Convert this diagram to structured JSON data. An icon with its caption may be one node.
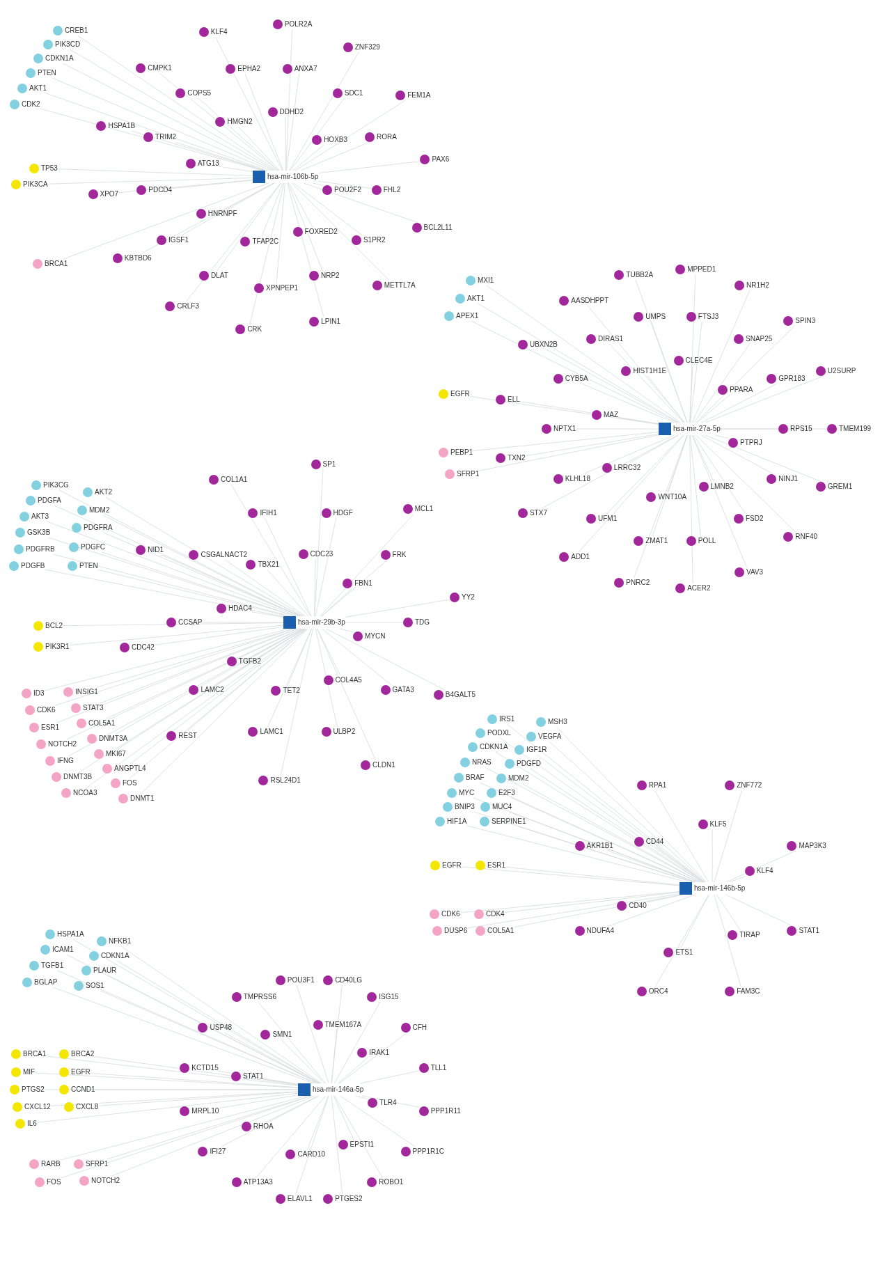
{
  "diagram": {
    "nodes": [
      {
        "text": [
          "hsa-mir-106b-5p"
        ]
      },
      {
        "text": [
          "CREB1"
        ]
      },
      {
        "text": [
          "PIK3CD"
        ]
      },
      {
        "text": [
          "CDKN1A"
        ]
      },
      {
        "text": [
          "PTEN"
        ]
      },
      {
        "text": [
          "AKT1"
        ]
      },
      {
        "text": [
          "CDK2"
        ]
      },
      {
        "text": [
          "TP53"
        ]
      },
      {
        "text": [
          "PIK3CA"
        ]
      },
      {
        "text": [
          "BRCA1"
        ]
      },
      {
        "text": [
          "DDHD2"
        ]
      },
      {
        "text": [
          "HOXB3"
        ]
      },
      {
        "text": [
          "POU2F2"
        ]
      },
      {
        "text": [
          "FOXRED2"
        ]
      },
      {
        "text": [
          "TFAP2C"
        ]
      },
      {
        "text": [
          "HNRNPF"
        ]
      },
      {
        "text": [
          "ATG13"
        ]
      },
      {
        "text": [
          "HMGN2"
        ]
      },
      {
        "text": [
          "ANXA7"
        ]
      },
      {
        "text": [
          "SDC1"
        ]
      },
      {
        "text": [
          "RORA"
        ]
      },
      {
        "text": [
          "FHL2"
        ]
      },
      {
        "text": [
          "S1PR2"
        ]
      },
      {
        "text": [
          "NRP2"
        ]
      },
      {
        "text": [
          "XPNPEP1"
        ]
      },
      {
        "text": [
          "DLAT"
        ]
      },
      {
        "text": [
          "IGSF1"
        ]
      },
      {
        "text": [
          "PDCD4"
        ]
      },
      {
        "text": [
          "TRIM2"
        ]
      },
      {
        "text": [
          "COPS5"
        ]
      },
      {
        "text": [
          "EPHA2"
        ]
      },
      {
        "text": [
          "POLR2A"
        ]
      },
      {
        "text": [
          "ZNF329"
        ]
      },
      {
        "text": [
          "FEM1A"
        ]
      },
      {
        "text": [
          "PAX6"
        ]
      },
      {
        "text": [
          "BCL2L11"
        ]
      },
      {
        "text": [
          "METTL7A"
        ]
      },
      {
        "text": [
          "LPIN1"
        ]
      },
      {
        "text": [
          "CRK"
        ]
      },
      {
        "text": [
          "CRLF3"
        ]
      },
      {
        "text": [
          "KBTBD6"
        ]
      },
      {
        "text": [
          "XPO7"
        ]
      },
      {
        "text": [
          "HSPA1B"
        ]
      },
      {
        "text": [
          "CMPK1"
        ]
      },
      {
        "text": [
          "KLF4"
        ]
      },
      {
        "text": [
          "hsa-mir-27a-5p"
        ]
      },
      {
        "text": [
          "MXI1"
        ]
      },
      {
        "text": [
          "AKT1"
        ]
      },
      {
        "text": [
          "APEX1"
        ]
      },
      {
        "text": [
          "EGFR"
        ]
      },
      {
        "text": [
          "PEBP1"
        ]
      },
      {
        "text": [
          "SFRP1"
        ]
      },
      {
        "text": [
          "CLEC4E"
        ]
      },
      {
        "text": [
          "PPARA"
        ]
      },
      {
        "text": [
          "PTPRJ"
        ]
      },
      {
        "text": [
          "LMNB2"
        ]
      },
      {
        "text": [
          "WNT10A"
        ]
      },
      {
        "text": [
          "LRRC32"
        ]
      },
      {
        "text": [
          "MAZ"
        ]
      },
      {
        "text": [
          "HIST1H1E"
        ]
      },
      {
        "text": [
          "FTSJ3"
        ]
      },
      {
        "text": [
          "SNAP25"
        ]
      },
      {
        "text": [
          "GPR183"
        ]
      },
      {
        "text": [
          "RPS15"
        ]
      },
      {
        "text": [
          "NINJ1"
        ]
      },
      {
        "text": [
          "FSD2"
        ]
      },
      {
        "text": [
          "POLL"
        ]
      },
      {
        "text": [
          "ZMAT1"
        ]
      },
      {
        "text": [
          "UFM1"
        ]
      },
      {
        "text": [
          "KLHL18"
        ]
      },
      {
        "text": [
          "NPTX1"
        ]
      },
      {
        "text": [
          "CYB5A"
        ]
      },
      {
        "text": [
          "DIRAS1"
        ]
      },
      {
        "text": [
          "UMPS"
        ]
      },
      {
        "text": [
          "MPPED1"
        ]
      },
      {
        "text": [
          "NR1H2"
        ]
      },
      {
        "text": [
          "SPIN3"
        ]
      },
      {
        "text": [
          "U2SURP"
        ]
      },
      {
        "text": [
          "TMEM199"
        ]
      },
      {
        "text": [
          "GREM1"
        ]
      },
      {
        "text": [
          "RNF40"
        ]
      },
      {
        "text": [
          "VAV3"
        ]
      },
      {
        "text": [
          "ACER2"
        ]
      },
      {
        "text": [
          "PNRC2"
        ]
      },
      {
        "text": [
          "ADD1"
        ]
      },
      {
        "text": [
          "STX7"
        ]
      },
      {
        "text": [
          "TXN2"
        ]
      },
      {
        "text": [
          "ELL"
        ]
      },
      {
        "text": [
          "UBXN2B"
        ]
      },
      {
        "text": [
          "AASDHPPT"
        ]
      },
      {
        "text": [
          "TUBB2A"
        ]
      },
      {
        "text": [
          "hsa-mir-29b-3p"
        ]
      },
      {
        "text": [
          "PIK3CG"
        ]
      },
      {
        "text": [
          "PDGFA"
        ]
      },
      {
        "text": [
          "AKT3"
        ]
      },
      {
        "text": [
          "GSK3B"
        ]
      },
      {
        "text": [
          "PDGFRB"
        ]
      },
      {
        "text": [
          "PDGFB"
        ]
      },
      {
        "text": [
          "AKT2"
        ]
      },
      {
        "text": [
          "MDM2"
        ]
      },
      {
        "text": [
          "PDGFRA"
        ]
      },
      {
        "text": [
          "PDGFC"
        ]
      },
      {
        "text": [
          "PTEN"
        ]
      },
      {
        "text": [
          "BCL2"
        ]
      },
      {
        "text": [
          "PIK3R1"
        ]
      },
      {
        "text": [
          "ID3"
        ]
      },
      {
        "text": [
          "CDK6"
        ]
      },
      {
        "text": [
          "ESR1"
        ]
      },
      {
        "text": [
          "NOTCH2"
        ]
      },
      {
        "text": [
          "IFNG"
        ]
      },
      {
        "text": [
          "DNMT3B"
        ]
      },
      {
        "text": [
          "NCOA3"
        ]
      },
      {
        "text": [
          "INSIG1"
        ]
      },
      {
        "text": [
          "STAT3"
        ]
      },
      {
        "text": [
          "COL5A1"
        ]
      },
      {
        "text": [
          "DNMT3A"
        ]
      },
      {
        "text": [
          "MKI67"
        ]
      },
      {
        "text": [
          "ANGPTL4"
        ]
      },
      {
        "text": [
          "FOS"
        ]
      },
      {
        "text": [
          "DNMT1"
        ]
      },
      {
        "text": [
          "CDC23"
        ]
      },
      {
        "text": [
          "FBN1"
        ]
      },
      {
        "text": [
          "MYCN"
        ]
      },
      {
        "text": [
          "COL4A5"
        ]
      },
      {
        "text": [
          "TET2"
        ]
      },
      {
        "text": [
          "TGFB2"
        ]
      },
      {
        "text": [
          "HDAC4"
        ]
      },
      {
        "text": [
          "TBX21"
        ]
      },
      {
        "text": [
          "HDGF"
        ]
      },
      {
        "text": [
          "FRK"
        ]
      },
      {
        "text": [
          "TDG"
        ]
      },
      {
        "text": [
          "GATA3"
        ]
      },
      {
        "text": [
          "ULBP2"
        ]
      },
      {
        "text": [
          "LAMC1"
        ]
      },
      {
        "text": [
          "LAMC2"
        ]
      },
      {
        "text": [
          "CCSAP"
        ]
      },
      {
        "text": [
          "CSGALNACT2"
        ]
      },
      {
        "text": [
          "IFIH1"
        ]
      },
      {
        "text": [
          "SP1"
        ]
      },
      {
        "text": [
          "MCL1"
        ]
      },
      {
        "text": [
          "YY2"
        ]
      },
      {
        "text": [
          "B4GALT5"
        ]
      },
      {
        "text": [
          "CLDN1"
        ]
      },
      {
        "text": [
          "RSL24D1"
        ]
      },
      {
        "text": [
          "REST"
        ]
      },
      {
        "text": [
          "CDC42"
        ]
      },
      {
        "text": [
          "NID1"
        ]
      },
      {
        "text": [
          "COL1A1"
        ]
      },
      {
        "text": [
          "hsa-mir-146b-5p"
        ]
      },
      {
        "text": [
          "IRS1"
        ]
      },
      {
        "text": [
          "PODXL"
        ]
      },
      {
        "text": [
          "CDKN1A"
        ]
      },
      {
        "text": [
          "NRAS"
        ]
      },
      {
        "text": [
          "BRAF"
        ]
      },
      {
        "text": [
          "MYC"
        ]
      },
      {
        "text": [
          "BNIP3"
        ]
      },
      {
        "text": [
          "HIF1A"
        ]
      },
      {
        "text": [
          "MSH3"
        ]
      },
      {
        "text": [
          "VEGFA"
        ]
      },
      {
        "text": [
          "IGF1R"
        ]
      },
      {
        "text": [
          "PDGFD"
        ]
      },
      {
        "text": [
          "MDM2"
        ]
      },
      {
        "text": [
          "E2F3"
        ]
      },
      {
        "text": [
          "MUC4"
        ]
      },
      {
        "text": [
          "SERPINE1"
        ]
      },
      {
        "text": [
          "EGFR"
        ]
      },
      {
        "text": [
          "ESR1"
        ]
      },
      {
        "text": [
          "CDK6"
        ]
      },
      {
        "text": [
          "DUSP6"
        ]
      },
      {
        "text": [
          "CDK4"
        ]
      },
      {
        "text": [
          "COL5A1"
        ]
      },
      {
        "text": [
          "KLF5"
        ]
      },
      {
        "text": [
          "KLF4"
        ]
      },
      {
        "text": [
          "TIRAP"
        ]
      },
      {
        "text": [
          "ETS1"
        ]
      },
      {
        "text": [
          "CD40"
        ]
      },
      {
        "text": [
          "CD44"
        ]
      },
      {
        "text": [
          "ZNF772"
        ]
      },
      {
        "text": [
          "MAP3K3"
        ]
      },
      {
        "text": [
          "STAT1"
        ]
      },
      {
        "text": [
          "FAM3C"
        ]
      },
      {
        "text": [
          "ORC4"
        ]
      },
      {
        "text": [
          "NDUFA4"
        ]
      },
      {
        "text": [
          "AKR1B1"
        ]
      },
      {
        "text": [
          "RPA1"
        ]
      },
      {
        "text": [
          "hsa-mir-146a-5p"
        ]
      },
      {
        "text": [
          "HSPA1A"
        ]
      },
      {
        "text": [
          "ICAM1"
        ]
      },
      {
        "text": [
          "TGFB1"
        ]
      },
      {
        "text": [
          "BGLAP"
        ]
      },
      {
        "text": [
          "NFKB1"
        ]
      },
      {
        "text": [
          "CDKN1A"
        ]
      },
      {
        "text": [
          "PLAUR"
        ]
      },
      {
        "text": [
          "SOS1"
        ]
      },
      {
        "text": [
          "BRCA1"
        ]
      },
      {
        "text": [
          "MIF"
        ]
      },
      {
        "text": [
          "PTGS2"
        ]
      },
      {
        "text": [
          "CXCL12"
        ]
      },
      {
        "text": [
          "IL6"
        ]
      },
      {
        "text": [
          "BRCA2"
        ]
      },
      {
        "text": [
          "EGFR"
        ]
      },
      {
        "text": [
          "CCND1"
        ]
      },
      {
        "text": [
          "CXCL8"
        ]
      },
      {
        "text": [
          "RARB"
        ]
      },
      {
        "text": [
          "FOS"
        ]
      },
      {
        "text": [
          "SFRP1"
        ]
      },
      {
        "text": [
          "NOTCH2"
        ]
      },
      {
        "text": [
          "TMEM167A"
        ]
      },
      {
        "text": [
          "IRAK1"
        ]
      },
      {
        "text": [
          "TLR4"
        ]
      },
      {
        "text": [
          "EPSTI1"
        ]
      },
      {
        "text": [
          "CARD10"
        ]
      },
      {
        "text": [
          "RHOA"
        ]
      },
      {
        "text": [
          "STAT1"
        ]
      },
      {
        "text": [
          "SMN1"
        ]
      },
      {
        "text": [
          "CD40LG"
        ]
      },
      {
        "text": [
          "ISG15"
        ]
      },
      {
        "text": [
          "CFH"
        ]
      },
      {
        "text": [
          "TLL1"
        ]
      },
      {
        "text": [
          "PPP1R11"
        ]
      },
      {
        "text": [
          "PPP1R1C"
        ]
      },
      {
        "text": [
          "ROBO1"
        ]
      },
      {
        "text": [
          "PTGES2"
        ]
      },
      {
        "text": [
          "ELAVL1"
        ]
      },
      {
        "text": [
          "ATP13A3"
        ]
      },
      {
        "text": [
          "IFI27"
        ]
      },
      {
        "text": [
          "MRPL10"
        ]
      },
      {
        "text": [
          "KCTD15"
        ]
      },
      {
        "text": [
          "USP48"
        ]
      },
      {
        "text": [
          "TMPRSS6"
        ]
      },
      {
        "text": [
          "POU3F1"
        ]
      }
    ],
    "edges": [
      {
        "from": 0,
        "to": 1,
        "arrow": "none"
      },
      {
        "from": 0,
        "to": 2,
        "arrow": "none"
      },
      {
        "from": 0,
        "to": 3,
        "arrow": "none"
      },
      {
        "from": 0,
        "to": 4,
        "arrow": "none"
      },
      {
        "from": 0,
        "to": 5,
        "arrow": "none"
      },
      {
        "from": 0,
        "to": 6,
        "arrow": "none"
      },
      {
        "from": 0,
        "to": 7,
        "arrow": "none"
      },
      {
        "from": 0,
        "to": 8,
        "arrow": "none"
      },
      {
        "from": 0,
        "to": 9,
        "arrow": "none"
      },
      {
        "from": 0,
        "to": 10,
        "arrow": "none"
      },
      {
        "from": 0,
        "to": 11,
        "arrow": "none"
      },
      {
        "from": 0,
        "to": 12,
        "arrow": "none"
      },
      {
        "from": 0,
        "to": 13,
        "arrow": "none"
      },
      {
        "from": 0,
        "to": 14,
        "arrow": "none"
      },
      {
        "from": 0,
        "to": 15,
        "arrow": "none"
      },
      {
        "from": 0,
        "to": 16,
        "arrow": "none"
      },
      {
        "from": 0,
        "to": 17,
        "arrow": "none"
      },
      {
        "from": 0,
        "to": 18,
        "arrow": "none"
      },
      {
        "from": 0,
        "to": 19,
        "arrow": "none"
      },
      {
        "from": 0,
        "to": 20,
        "arrow": "none"
      },
      {
        "from": 0,
        "to": 21,
        "arrow": "none"
      },
      {
        "from": 0,
        "to": 22,
        "arrow": "none"
      },
      {
        "from": 0,
        "to": 23,
        "arrow": "none"
      },
      {
        "from": 0,
        "to": 24,
        "arrow": "none"
      },
      {
        "from": 0,
        "to": 25,
        "arrow": "none"
      },
      {
        "from": 0,
        "to": 26,
        "arrow": "none"
      },
      {
        "from": 0,
        "to": 27,
        "arrow": "none"
      },
      {
        "from": 0,
        "to": 28,
        "arrow": "none"
      },
      {
        "from": 0,
        "to": 29,
        "arrow": "none"
      },
      {
        "from": 0,
        "to": 30,
        "arrow": "none"
      },
      {
        "from": 0,
        "to": 31,
        "arrow": "none"
      },
      {
        "from": 0,
        "to": 32,
        "arrow": "none"
      },
      {
        "from": 0,
        "to": 33,
        "arrow": "none"
      },
      {
        "from": 0,
        "to": 34,
        "arrow": "none"
      },
      {
        "from": 0,
        "to": 35,
        "arrow": "none"
      },
      {
        "from": 0,
        "to": 36,
        "arrow": "none"
      },
      {
        "from": 0,
        "to": 37,
        "arrow": "none"
      },
      {
        "from": 0,
        "to": 38,
        "arrow": "none"
      },
      {
        "from": 0,
        "to": 39,
        "arrow": "none"
      },
      {
        "from": 0,
        "to": 40,
        "arrow": "none"
      },
      {
        "from": 0,
        "to": 41,
        "arrow": "none"
      },
      {
        "from": 0,
        "to": 42,
        "arrow": "none"
      },
      {
        "from": 0,
        "to": 43,
        "arrow": "none"
      },
      {
        "from": 0,
        "to": 44,
        "arrow": "none"
      },
      {
        "from": 45,
        "to": 46,
        "arrow": "none"
      },
      {
        "from": 45,
        "to": 47,
        "arrow": "none"
      },
      {
        "from": 45,
        "to": 48,
        "arrow": "none"
      },
      {
        "from": 45,
        "to": 49,
        "arrow": "none"
      },
      {
        "from": 45,
        "to": 50,
        "arrow": "none"
      },
      {
        "from": 45,
        "to": 51,
        "arrow": "none"
      },
      {
        "from": 45,
        "to": 52,
        "arrow": "none"
      },
      {
        "from": 45,
        "to": 53,
        "arrow": "none"
      },
      {
        "from": 45,
        "to": 54,
        "arrow": "none"
      },
      {
        "from": 45,
        "to": 55,
        "arrow": "none"
      },
      {
        "from": 45,
        "to": 56,
        "arrow": "none"
      },
      {
        "from": 45,
        "to": 57,
        "arrow": "none"
      },
      {
        "from": 45,
        "to": 58,
        "arrow": "none"
      },
      {
        "from": 45,
        "to": 59,
        "arrow": "none"
      },
      {
        "from": 45,
        "to": 60,
        "arrow": "none"
      },
      {
        "from": 45,
        "to": 61,
        "arrow": "none"
      },
      {
        "from": 45,
        "to": 62,
        "arrow": "none"
      },
      {
        "from": 45,
        "to": 63,
        "arrow": "none"
      },
      {
        "from": 45,
        "to": 64,
        "arrow": "none"
      },
      {
        "from": 45,
        "to": 65,
        "arrow": "none"
      },
      {
        "from": 45,
        "to": 66,
        "arrow": "none"
      },
      {
        "from": 45,
        "to": 67,
        "arrow": "none"
      },
      {
        "from": 45,
        "to": 68,
        "arrow": "none"
      },
      {
        "from": 45,
        "to": 69,
        "arrow": "none"
      },
      {
        "from": 45,
        "to": 70,
        "arrow": "none"
      },
      {
        "from": 45,
        "to": 71,
        "arrow": "none"
      },
      {
        "from": 45,
        "to": 72,
        "arrow": "none"
      },
      {
        "from": 45,
        "to": 73,
        "arrow": "none"
      },
      {
        "from": 45,
        "to": 74,
        "arrow": "none"
      },
      {
        "from": 45,
        "to": 75,
        "arrow": "none"
      },
      {
        "from": 45,
        "to": 76,
        "arrow": "none"
      },
      {
        "from": 45,
        "to": 77,
        "arrow": "none"
      },
      {
        "from": 45,
        "to": 78,
        "arrow": "none"
      },
      {
        "from": 45,
        "to": 79,
        "arrow": "none"
      },
      {
        "from": 45,
        "to": 80,
        "arrow": "none"
      },
      {
        "from": 45,
        "to": 81,
        "arrow": "none"
      },
      {
        "from": 45,
        "to": 82,
        "arrow": "none"
      },
      {
        "from": 45,
        "to": 83,
        "arrow": "none"
      },
      {
        "from": 45,
        "to": 84,
        "arrow": "none"
      },
      {
        "from": 45,
        "to": 85,
        "arrow": "none"
      },
      {
        "from": 45,
        "to": 86,
        "arrow": "none"
      },
      {
        "from": 45,
        "to": 87,
        "arrow": "none"
      },
      {
        "from": 45,
        "to": 88,
        "arrow": "none"
      },
      {
        "from": 45,
        "to": 89,
        "arrow": "none"
      },
      {
        "from": 45,
        "to": 90,
        "arrow": "none"
      },
      {
        "from": 91,
        "to": 92,
        "arrow": "none"
      },
      {
        "from": 91,
        "to": 93,
        "arrow": "none"
      },
      {
        "from": 91,
        "to": 94,
        "arrow": "none"
      },
      {
        "from": 91,
        "to": 95,
        "arrow": "none"
      },
      {
        "from": 91,
        "to": 96,
        "arrow": "none"
      },
      {
        "from": 91,
        "to": 97,
        "arrow": "none"
      },
      {
        "from": 91,
        "to": 98,
        "arrow": "none"
      },
      {
        "from": 91,
        "to": 99,
        "arrow": "none"
      },
      {
        "from": 91,
        "to": 100,
        "arrow": "none"
      },
      {
        "from": 91,
        "to": 101,
        "arrow": "none"
      },
      {
        "from": 91,
        "to": 102,
        "arrow": "none"
      },
      {
        "from": 91,
        "to": 103,
        "arrow": "none"
      },
      {
        "from": 91,
        "to": 104,
        "arrow": "none"
      },
      {
        "from": 91,
        "to": 105,
        "arrow": "none"
      },
      {
        "from": 91,
        "to": 106,
        "arrow": "none"
      },
      {
        "from": 91,
        "to": 107,
        "arrow": "none"
      },
      {
        "from": 91,
        "to": 108,
        "arrow": "none"
      },
      {
        "from": 91,
        "to": 109,
        "arrow": "none"
      },
      {
        "from": 91,
        "to": 110,
        "arrow": "none"
      },
      {
        "from": 91,
        "to": 111,
        "arrow": "none"
      },
      {
        "from": 91,
        "to": 112,
        "arrow": "none"
      },
      {
        "from": 91,
        "to": 113,
        "arrow": "none"
      },
      {
        "from": 91,
        "to": 114,
        "arrow": "none"
      },
      {
        "from": 91,
        "to": 115,
        "arrow": "none"
      },
      {
        "from": 91,
        "to": 116,
        "arrow": "none"
      },
      {
        "from": 91,
        "to": 117,
        "arrow": "none"
      },
      {
        "from": 91,
        "to": 118,
        "arrow": "none"
      },
      {
        "from": 91,
        "to": 119,
        "arrow": "none"
      },
      {
        "from": 91,
        "to": 120,
        "arrow": "none"
      },
      {
        "from": 91,
        "to": 121,
        "arrow": "none"
      },
      {
        "from": 91,
        "to": 122,
        "arrow": "none"
      },
      {
        "from": 91,
        "to": 123,
        "arrow": "none"
      },
      {
        "from": 91,
        "to": 124,
        "arrow": "none"
      },
      {
        "from": 91,
        "to": 125,
        "arrow": "none"
      },
      {
        "from": 91,
        "to": 126,
        "arrow": "none"
      },
      {
        "from": 91,
        "to": 127,
        "arrow": "none"
      },
      {
        "from": 91,
        "to": 128,
        "arrow": "none"
      },
      {
        "from": 91,
        "to": 129,
        "arrow": "none"
      },
      {
        "from": 91,
        "to": 130,
        "arrow": "none"
      },
      {
        "from": 91,
        "to": 131,
        "arrow": "none"
      },
      {
        "from": 91,
        "to": 132,
        "arrow": "none"
      },
      {
        "from": 91,
        "to": 133,
        "arrow": "none"
      },
      {
        "from": 91,
        "to": 134,
        "arrow": "none"
      },
      {
        "from": 91,
        "to": 135,
        "arrow": "none"
      },
      {
        "from": 91,
        "to": 136,
        "arrow": "none"
      },
      {
        "from": 91,
        "to": 137,
        "arrow": "none"
      },
      {
        "from": 91,
        "to": 138,
        "arrow": "none"
      },
      {
        "from": 91,
        "to": 139,
        "arrow": "none"
      },
      {
        "from": 91,
        "to": 140,
        "arrow": "none"
      },
      {
        "from": 91,
        "to": 141,
        "arrow": "none"
      },
      {
        "from": 91,
        "to": 142,
        "arrow": "none"
      },
      {
        "from": 91,
        "to": 143,
        "arrow": "none"
      },
      {
        "from": 91,
        "to": 144,
        "arrow": "none"
      },
      {
        "from": 91,
        "to": 145,
        "arrow": "none"
      },
      {
        "from": 91,
        "to": 146,
        "arrow": "none"
      },
      {
        "from": 91,
        "to": 147,
        "arrow": "none"
      },
      {
        "from": 148,
        "to": 149,
        "arrow": "none"
      },
      {
        "from": 148,
        "to": 150,
        "arrow": "none"
      },
      {
        "from": 148,
        "to": 151,
        "arrow": "none"
      },
      {
        "from": 148,
        "to": 152,
        "arrow": "none"
      },
      {
        "from": 148,
        "to": 153,
        "arrow": "none"
      },
      {
        "from": 148,
        "to": 154,
        "arrow": "none"
      },
      {
        "from": 148,
        "to": 155,
        "arrow": "none"
      },
      {
        "from": 148,
        "to": 156,
        "arrow": "none"
      },
      {
        "from": 148,
        "to": 157,
        "arrow": "none"
      },
      {
        "from": 148,
        "to": 158,
        "arrow": "none"
      },
      {
        "from": 148,
        "to": 159,
        "arrow": "none"
      },
      {
        "from": 148,
        "to": 160,
        "arrow": "none"
      },
      {
        "from": 148,
        "to": 161,
        "arrow": "none"
      },
      {
        "from": 148,
        "to": 162,
        "arrow": "none"
      },
      {
        "from": 148,
        "to": 163,
        "arrow": "none"
      },
      {
        "from": 148,
        "to": 164,
        "arrow": "none"
      },
      {
        "from": 148,
        "to": 165,
        "arrow": "none"
      },
      {
        "from": 148,
        "to": 166,
        "arrow": "none"
      },
      {
        "from": 148,
        "to": 167,
        "arrow": "none"
      },
      {
        "from": 148,
        "to": 168,
        "arrow": "none"
      },
      {
        "from": 148,
        "to": 169,
        "arrow": "none"
      },
      {
        "from": 148,
        "to": 170,
        "arrow": "none"
      },
      {
        "from": 148,
        "to": 171,
        "arrow": "none"
      },
      {
        "from": 148,
        "to": 172,
        "arrow": "none"
      },
      {
        "from": 148,
        "to": 173,
        "arrow": "none"
      },
      {
        "from": 148,
        "to": 174,
        "arrow": "none"
      },
      {
        "from": 148,
        "to": 175,
        "arrow": "none"
      },
      {
        "from": 148,
        "to": 176,
        "arrow": "none"
      },
      {
        "from": 148,
        "to": 177,
        "arrow": "none"
      },
      {
        "from": 148,
        "to": 178,
        "arrow": "none"
      },
      {
        "from": 148,
        "to": 179,
        "arrow": "none"
      },
      {
        "from": 148,
        "to": 180,
        "arrow": "none"
      },
      {
        "from": 148,
        "to": 181,
        "arrow": "none"
      },
      {
        "from": 148,
        "to": 182,
        "arrow": "none"
      },
      {
        "from": 148,
        "to": 183,
        "arrow": "none"
      },
      {
        "from": 148,
        "to": 184,
        "arrow": "none"
      },
      {
        "from": 185,
        "to": 186,
        "arrow": "none"
      },
      {
        "from": 185,
        "to": 187,
        "arrow": "none"
      },
      {
        "from": 185,
        "to": 188,
        "arrow": "none"
      },
      {
        "from": 185,
        "to": 189,
        "arrow": "none"
      },
      {
        "from": 185,
        "to": 190,
        "arrow": "none"
      },
      {
        "from": 185,
        "to": 191,
        "arrow": "none"
      },
      {
        "from": 185,
        "to": 192,
        "arrow": "none"
      },
      {
        "from": 185,
        "to": 193,
        "arrow": "none"
      },
      {
        "from": 185,
        "to": 194,
        "arrow": "none"
      },
      {
        "from": 185,
        "to": 195,
        "arrow": "none"
      },
      {
        "from": 185,
        "to": 196,
        "arrow": "none"
      },
      {
        "from": 185,
        "to": 197,
        "arrow": "none"
      },
      {
        "from": 185,
        "to": 198,
        "arrow": "none"
      },
      {
        "from": 185,
        "to": 199,
        "arrow": "none"
      },
      {
        "from": 185,
        "to": 200,
        "arrow": "none"
      },
      {
        "from": 185,
        "to": 201,
        "arrow": "none"
      },
      {
        "from": 185,
        "to": 202,
        "arrow": "none"
      },
      {
        "from": 185,
        "to": 203,
        "arrow": "none"
      },
      {
        "from": 185,
        "to": 204,
        "arrow": "none"
      },
      {
        "from": 185,
        "to": 205,
        "arrow": "none"
      },
      {
        "from": 185,
        "to": 206,
        "arrow": "none"
      },
      {
        "from": 185,
        "to": 207,
        "arrow": "none"
      },
      {
        "from": 185,
        "to": 208,
        "arrow": "none"
      },
      {
        "from": 185,
        "to": 209,
        "arrow": "none"
      },
      {
        "from": 185,
        "to": 210,
        "arrow": "none"
      },
      {
        "from": 185,
        "to": 211,
        "arrow": "none"
      },
      {
        "from": 185,
        "to": 212,
        "arrow": "none"
      },
      {
        "from": 185,
        "to": 213,
        "arrow": "none"
      },
      {
        "from": 185,
        "to": 214,
        "arrow": "none"
      },
      {
        "from": 185,
        "to": 215,
        "arrow": "none"
      },
      {
        "from": 185,
        "to": 216,
        "arrow": "none"
      },
      {
        "from": 185,
        "to": 217,
        "arrow": "none"
      },
      {
        "from": 185,
        "to": 218,
        "arrow": "none"
      },
      {
        "from": 185,
        "to": 219,
        "arrow": "none"
      },
      {
        "from": 185,
        "to": 220,
        "arrow": "none"
      },
      {
        "from": 185,
        "to": 221,
        "arrow": "none"
      },
      {
        "from": 185,
        "to": 222,
        "arrow": "none"
      },
      {
        "from": 185,
        "to": 223,
        "arrow": "none"
      },
      {
        "from": 185,
        "to": 224,
        "arrow": "none"
      },
      {
        "from": 185,
        "to": 225,
        "arrow": "none"
      },
      {
        "from": 185,
        "to": 226,
        "arrow": "none"
      },
      {
        "from": 185,
        "to": 227,
        "arrow": "none"
      },
      {
        "from": 185,
        "to": 228,
        "arrow": "none"
      },
      {
        "from": 185,
        "to": 229,
        "arrow": "none"
      },
      {
        "from": 185,
        "to": 230,
        "arrow": "none"
      }
    ]
  }
}
